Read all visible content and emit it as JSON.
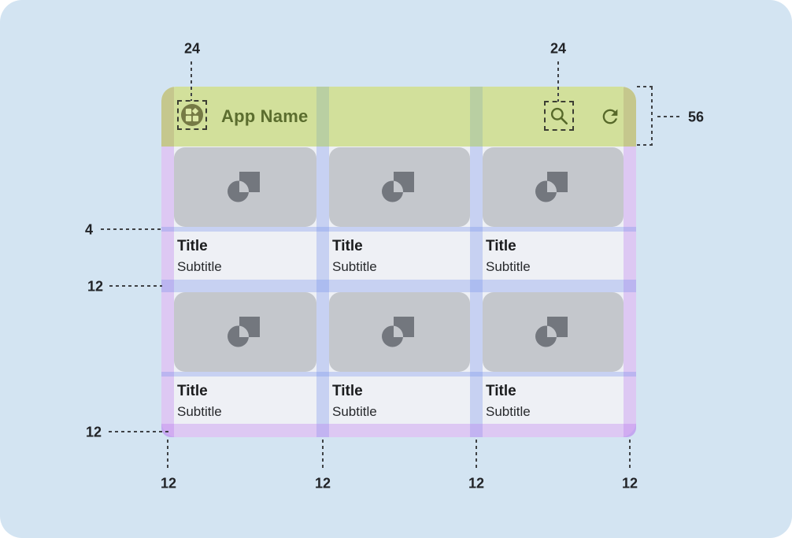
{
  "appbar": {
    "title": "App Name",
    "leading_icon": "app-launcher-icon",
    "trailing_icons": [
      "search-icon",
      "refresh-icon"
    ]
  },
  "cards": [
    {
      "title": "Title",
      "subtitle": "Subtitle"
    },
    {
      "title": "Title",
      "subtitle": "Subtitle"
    },
    {
      "title": "Title",
      "subtitle": "Subtitle"
    },
    {
      "title": "Title",
      "subtitle": "Subtitle"
    },
    {
      "title": "Title",
      "subtitle": "Subtitle"
    },
    {
      "title": "Title",
      "subtitle": "Subtitle"
    }
  ],
  "annotations": {
    "icon_margin": "24",
    "search_margin": "24",
    "appbar_height": "56",
    "image_text_gap": "4",
    "row_gutter": "12",
    "bottom_margin": "12",
    "col_marks": [
      "12",
      "12",
      "12",
      "12"
    ]
  },
  "colors": {
    "canvas_bg": "#d3e4f2",
    "appbar_bg": "#d2e09b",
    "appbar_fg": "#5b6d2e",
    "margin_on_bar": "#c5c78d",
    "gutter_on_bar": "#b9cfa2",
    "screen_bg": "#eef0f5",
    "card_image_bg": "#c4c7cc",
    "card_icon": "#73777e",
    "gutter_overlay": "rgba(109,138,235,0.30)",
    "margin_overlay": "rgba(183,110,238,0.30)",
    "title_fg": "#1b1c1e",
    "annotation_fg": "#212327",
    "dash": "#3f4246"
  }
}
